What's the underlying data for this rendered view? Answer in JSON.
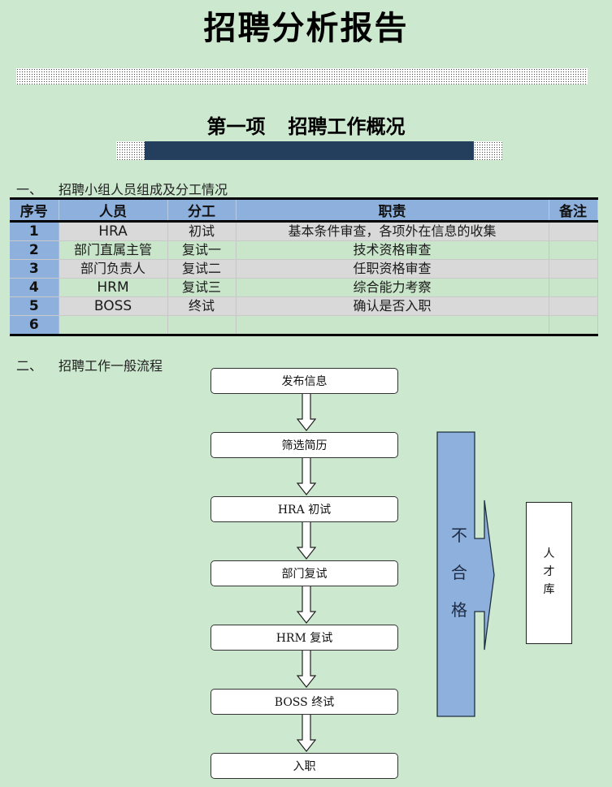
{
  "report": {
    "title": "招聘分析报告"
  },
  "section1": {
    "number": "第一项",
    "title": "招聘工作概况"
  },
  "part1": {
    "number": "一、",
    "title": "招聘小组人员组成及分工情况"
  },
  "table": {
    "headers": [
      "序号",
      "人员",
      "分工",
      "职责",
      "备注"
    ],
    "rows": [
      {
        "idx": "1",
        "person": "HRA",
        "role": "初试",
        "duty": "基本条件审查，各项外在信息的收集",
        "note": ""
      },
      {
        "idx": "2",
        "person": "部门直属主管",
        "role": "复试一",
        "duty": "技术资格审查",
        "note": ""
      },
      {
        "idx": "3",
        "person": "部门负责人",
        "role": "复试二",
        "duty": "任职资格审查",
        "note": ""
      },
      {
        "idx": "4",
        "person": "HRM",
        "role": "复试三",
        "duty": "综合能力考察",
        "note": ""
      },
      {
        "idx": "5",
        "person": "BOSS",
        "role": "终试",
        "duty": "确认是否入职",
        "note": ""
      },
      {
        "idx": "6",
        "person": "",
        "role": "",
        "duty": "",
        "note": ""
      }
    ]
  },
  "part2": {
    "number": "二、",
    "title": "招聘工作一般流程"
  },
  "flow": {
    "steps": [
      {
        "label": "发布信息"
      },
      {
        "label": "筛选简历"
      },
      {
        "label": "HRA 初试"
      },
      {
        "label": "部门复试"
      },
      {
        "label": "HRM 复试"
      },
      {
        "label": "BOSS 终试"
      },
      {
        "label": "入职"
      }
    ],
    "reject": {
      "chars": [
        "不",
        "合",
        "格"
      ]
    },
    "talent_pool": {
      "chars": [
        "人",
        "才",
        "库"
      ]
    }
  },
  "colors": {
    "background": "#cce8cf",
    "header_blue": "#8eb0dc",
    "navy_bar": "#243f5e",
    "row_gray": "#d9d9d9",
    "reject_fill": "#8eb0dc"
  }
}
